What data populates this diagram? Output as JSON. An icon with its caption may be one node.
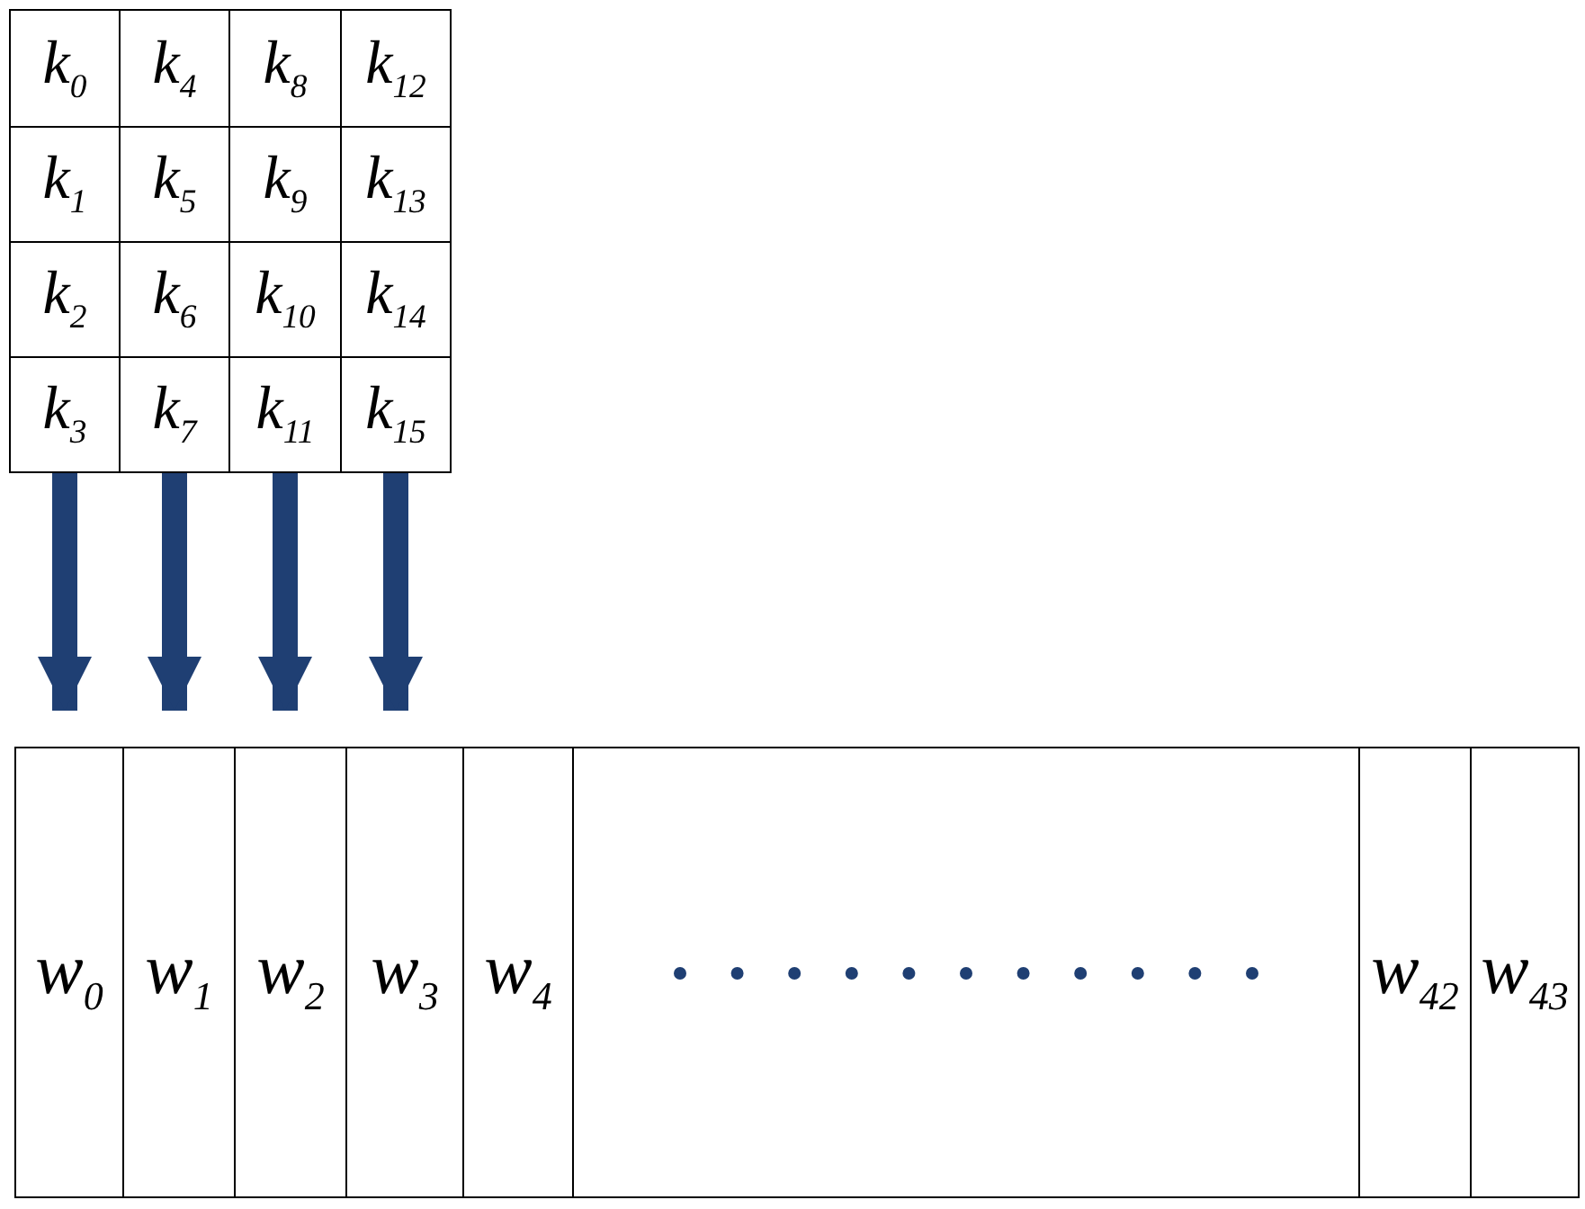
{
  "diagram": {
    "nodes": [
      {
        "text": [
          "k$_{0}$"
        ]
      },
      {
        "text": [
          "k$_{4}$"
        ]
      },
      {
        "text": [
          "k$_{8}$"
        ]
      },
      {
        "text": [
          "k$_{12}$"
        ]
      },
      {
        "text": [
          "k$_{1}$"
        ]
      },
      {
        "text": [
          "k$_{5}$"
        ]
      },
      {
        "text": [
          "k$_{9}$"
        ]
      },
      {
        "text": [
          "k$_{13}$"
        ]
      },
      {
        "text": [
          "k$_{2}$"
        ]
      },
      {
        "text": [
          "k$_{6}$"
        ]
      },
      {
        "text": [
          "k$_{10}$"
        ]
      },
      {
        "text": [
          "k$_{14}$"
        ]
      },
      {
        "text": [
          "k$_{3}$"
        ]
      },
      {
        "text": [
          "k$_{7}$"
        ]
      },
      {
        "text": [
          "k$_{11}$"
        ]
      },
      {
        "text": [
          "k$_{15}$"
        ]
      },
      {
        "text": [
          "w$_{0}$"
        ]
      },
      {
        "text": [
          "w$_{1}$"
        ]
      },
      {
        "text": [
          "w$_{2}$"
        ]
      },
      {
        "text": [
          "w$_{3}$"
        ]
      },
      {
        "text": [
          "w$_{4}$"
        ]
      },
      {
        "text": [],
        "shape": "box"
      },
      {
        "text": [
          "w$_{42}$"
        ]
      },
      {
        "text": [
          "w$_{43}$"
        ]
      }
    ],
    "edges": [
      {
        "from": 12,
        "to": 16,
        "arrow": "to"
      },
      {
        "from": 13,
        "to": 17,
        "arrow": "to"
      },
      {
        "from": 14,
        "to": 18,
        "arrow": "to"
      },
      {
        "from": 15,
        "to": 19,
        "arrow": "to"
      }
    ]
  }
}
